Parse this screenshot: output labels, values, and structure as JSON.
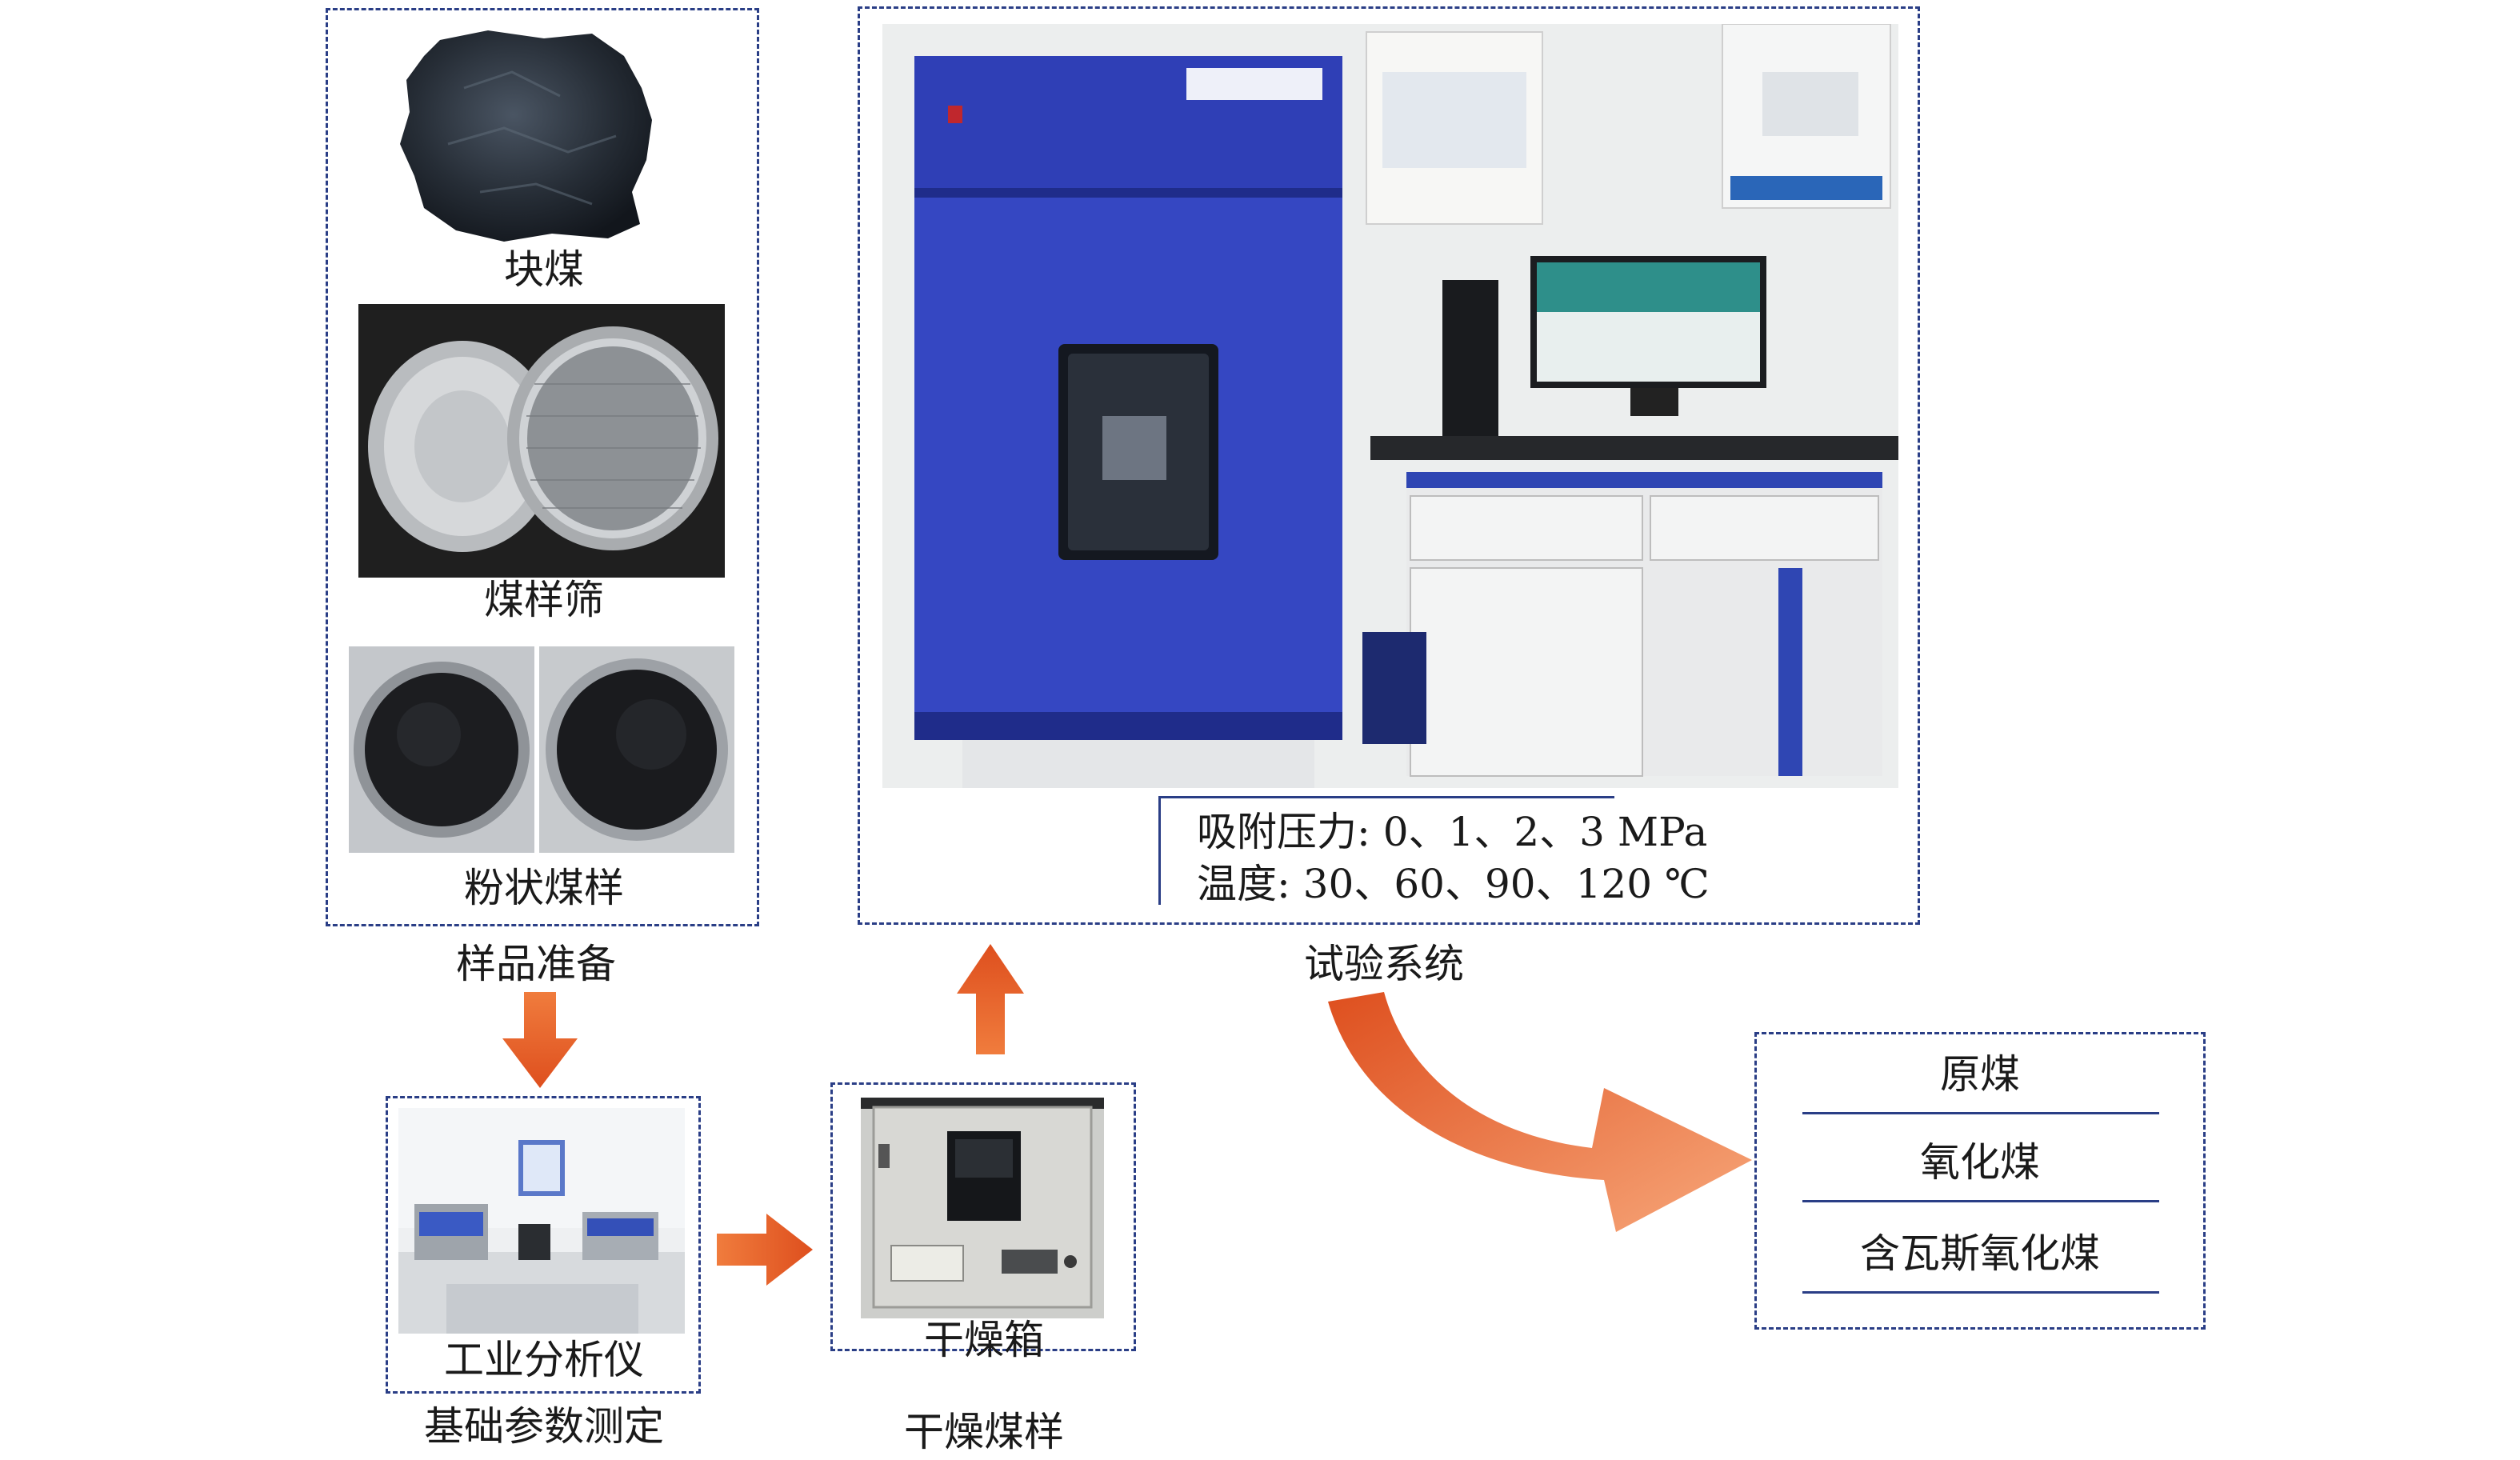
{
  "sample_prep": {
    "lump_coal_label": "块煤",
    "coal_sieve_label": "煤样筛",
    "powder_coal_label": "粉状煤样",
    "caption": "样品准备"
  },
  "basic_params": {
    "analyzer_label": "工业分析仪",
    "caption": "基础参数测定"
  },
  "drying": {
    "oven_label": "干燥箱",
    "caption": "干燥煤样"
  },
  "test_system": {
    "pressure_line": "吸附压力: 0、1、2、3 MPa",
    "temperature_line": "温度: 30、60、90、120 ℃",
    "caption": "试验系统"
  },
  "results": {
    "items": [
      "原煤",
      "氧化煤",
      "含瓦斯氧化煤"
    ]
  },
  "colors": {
    "dashed_border": "#2a3e86",
    "arrow_orange": "#e8612c",
    "cabinet_blue": "#2f3fb6"
  }
}
